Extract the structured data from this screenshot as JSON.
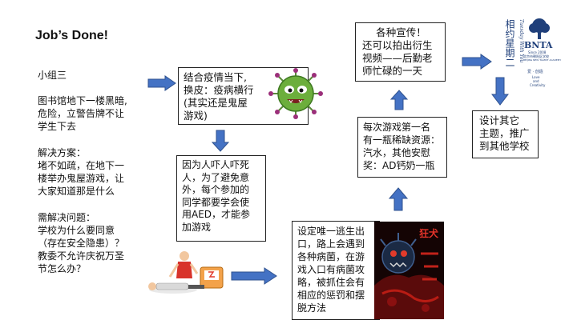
{
  "title": "Job’s Done!",
  "left": {
    "group": "小组三",
    "problem": [
      "图书馆地下一楼黑暗,",
      "危险，立警告牌不让",
      "学生下去"
    ],
    "solution": [
      "解决方案：",
      "堵不如疏，在地下一",
      "楼举办鬼屋游戏，让",
      "大家知道那是什么"
    ],
    "issues": [
      "需解决问题：",
      "学校为什么要同意",
      "（存在安全隐患）？",
      "教委不允许庆祝万圣",
      "节怎么办？"
    ]
  },
  "boxes": {
    "box1": [
      "结合疫情当下,",
      "换皮：疫病横行",
      "(其实还是鬼屋",
      "游戏)"
    ],
    "box2": [
      "因为人吓人吓死",
      "人，为了避免意",
      "外，每个参加的",
      "同学都要学会使",
      "用AED，才能参",
      "加游戏"
    ],
    "box3": [
      "设定唯一逃生出",
      "口，路上会遇到",
      "各种病菌，在游",
      "戏入口有病菌攻",
      "略，被抓住会有",
      "相应的惩罚和摆",
      "脱方法"
    ],
    "box4": [
      "每次游戏第一名",
      "有一瓶稀缺资源：",
      "汽水，其他安慰",
      "奖：AD钙奶一瓶"
    ],
    "box5": [
      "各种宣传！",
      "还可以拍出衍生",
      "视频——后勤老",
      "师忙碌的一天"
    ],
    "box6": [
      "设计其它",
      "主题，推广",
      "到其他学校"
    ]
  },
  "logo": {
    "vertical_text": "相约星期二",
    "script_text": "Tuesday With You",
    "brand": "BNTA",
    "since": "Since 2008",
    "school_cn": "北京市朝阳区学校",
    "school_en": "BEIJING NEW TALENT ACADEMY",
    "motto_cn": "爱 · 创造",
    "motto_en1": "Love",
    "motto_en2": "and",
    "motto_en3": "Creativity"
  },
  "poster": {
    "title": "狂犬"
  },
  "colors": {
    "arrow": "#4472C4",
    "arrow_border": "#2F528F",
    "logo_blue": "#1F3F7A"
  }
}
